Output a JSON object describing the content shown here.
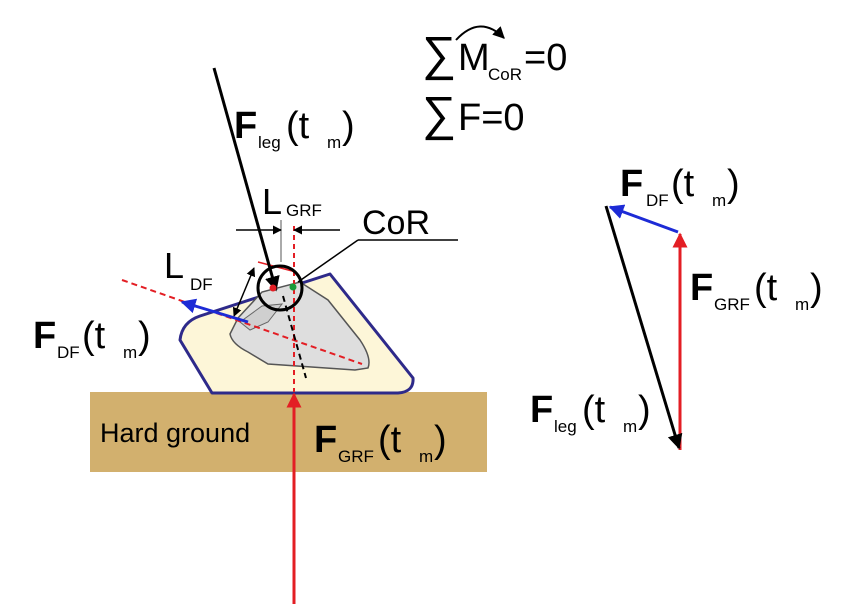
{
  "equations": {
    "moment": {
      "sigma": "∑",
      "symbol": "M",
      "subscript": "CoR",
      "rhs": "=0"
    },
    "force": {
      "sigma": "∑",
      "text": "F=0"
    }
  },
  "ground_label": "Hard ground",
  "cor_label": "CoR",
  "lengths": {
    "grf": {
      "main": "L",
      "sub": "GRF"
    },
    "df": {
      "main": "L",
      "sub": "DF"
    }
  },
  "forces": {
    "leg": {
      "main": "F",
      "sub": "leg",
      "paren_open": "(t",
      "paren_sub": "m",
      "paren_close": ")"
    },
    "df": {
      "main": "F",
      "sub": "DF",
      "paren_open": "(t",
      "paren_sub": "m",
      "paren_close": ")"
    },
    "grf": {
      "main": "F",
      "sub": "GRF",
      "paren_open": "(t",
      "paren_sub": "m",
      "paren_close": ")"
    }
  },
  "colors": {
    "grf": "#e31e24",
    "df": "#1d2bd6",
    "leg": "#000000",
    "ground": "#d2b06e",
    "hoof_fill": "#fdf6d8",
    "hoof_outline": "#2e2a8a",
    "bone_fill": "#dedede"
  }
}
